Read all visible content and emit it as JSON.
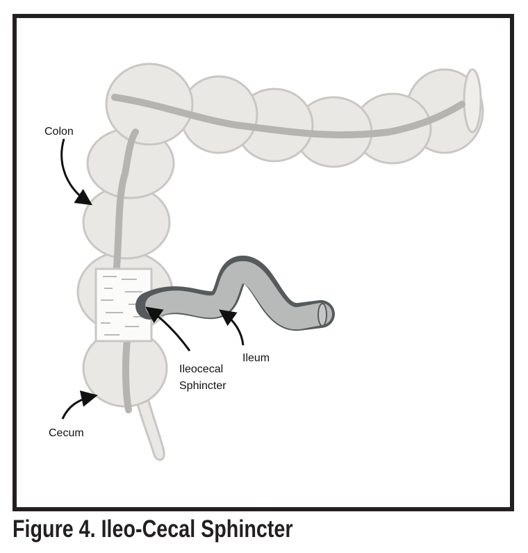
{
  "figure": {
    "caption": "Figure 4. Ileo-Cecal Sphincter",
    "labels": {
      "colon": "Colon",
      "ileocecal_line1": "Ileocecal",
      "ileocecal_line2": "Sphincter",
      "ileum": "Ileum",
      "cecum": "Cecum"
    },
    "colors": {
      "colon_fill": "#e9e8e4",
      "colon_stroke": "#c9c7c3",
      "colon_lumen": "#b5b4b1",
      "ileum_fill": "#b8baba",
      "ileum_outline": "#555b5c",
      "frame": "#231f20"
    }
  }
}
